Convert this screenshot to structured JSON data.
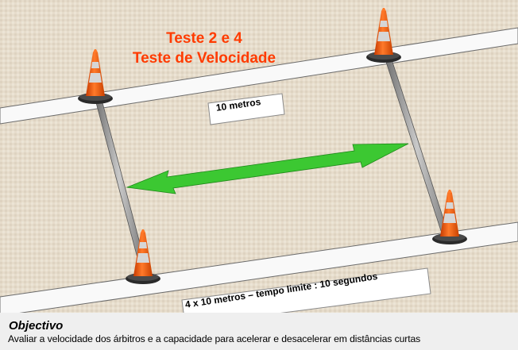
{
  "title": {
    "line1": "Teste 2 e 4",
    "line2": "Teste de Velocidade",
    "color": "#ff3b00"
  },
  "distance_label": "10 metros",
  "protocol_label": "4 x 10 metros – tempo limite : 10 segundos",
  "objective": {
    "heading": "Objectivo",
    "text": "Avaliar a velocidade dos árbitros e a capacidade para acelerar e desacelerar em distâncias curtas"
  },
  "colors": {
    "field": "#e6dccb",
    "line": "#ffffff",
    "arrow": "#3cc832",
    "cone": "#ff6a1a",
    "cone_stripe": "#d8d8d8",
    "pole": "#9a9a9a"
  },
  "icons": [
    "traffic-cone-icon",
    "double-arrow-icon"
  ]
}
